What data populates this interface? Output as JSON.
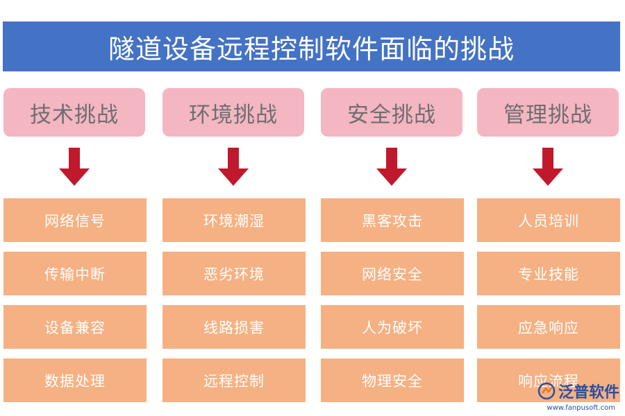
{
  "title": "隧道设备远程控制软件面临的挑战",
  "columns": [
    {
      "category": "技术挑战",
      "items": [
        "网络信号",
        "传输中断",
        "设备兼容",
        "数据处理"
      ]
    },
    {
      "category": "环境挑战",
      "items": [
        "环境潮湿",
        "恶劣环境",
        "线路损害",
        "远程控制"
      ]
    },
    {
      "category": "安全挑战",
      "items": [
        "黑客攻击",
        "网络安全",
        "人为破坏",
        "物理安全"
      ]
    },
    {
      "category": "管理挑战",
      "items": [
        "人员培训",
        "专业技能",
        "应急响应",
        "响应流程"
      ]
    }
  ],
  "watermark": {
    "brand": "泛普软件",
    "url": "www.fanpusoft.com"
  },
  "colors": {
    "title_bg": "#4472c4",
    "category_bg": "#f4b6c1",
    "item_bg": "#f5b183",
    "arrow": "#c0192e"
  }
}
